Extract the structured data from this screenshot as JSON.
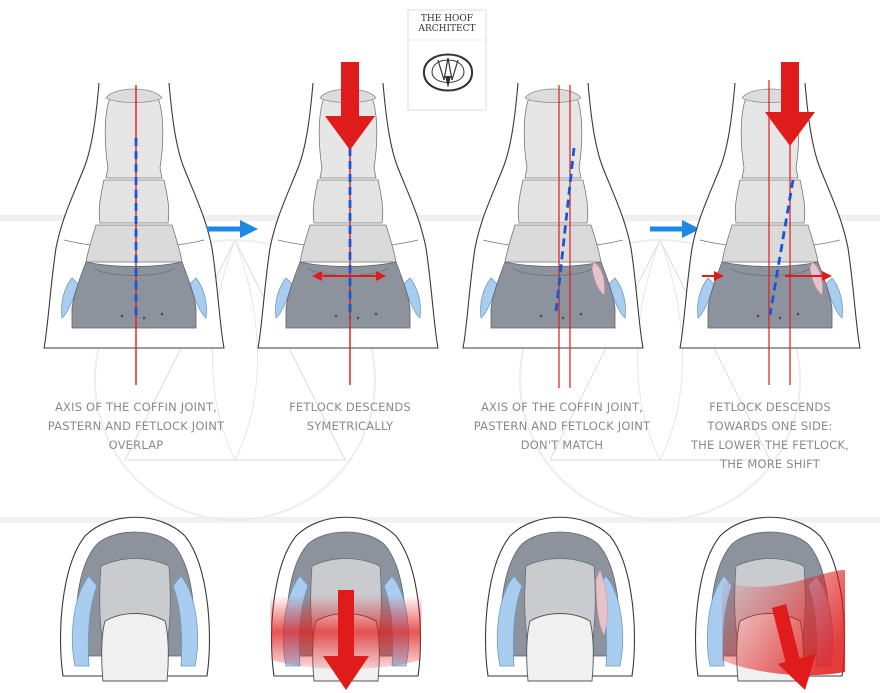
{
  "logo": {
    "line1": "THE HOOF",
    "line2": "ARCHITECT"
  },
  "panels": [
    {
      "id": "p1",
      "caption": [
        "AXIS OF THE COFFIN JOINT,",
        "PASTERN AND FETLOCK JOINT",
        "OVERLAP"
      ]
    },
    {
      "id": "p2",
      "caption": [
        "FETLOCK DESCENDS",
        "SYMETRICALLY"
      ]
    },
    {
      "id": "p3",
      "caption": [
        "AXIS OF THE COFFIN JOINT,",
        "PASTERN AND FETLOCK JOINT",
        "DON'T MATCH"
      ]
    },
    {
      "id": "p4",
      "caption": [
        "FETLOCK DESCENDS",
        "TOWARDS ONE SIDE:",
        "THE LOWER THE FETLOCK,",
        "THE MORE SHIFT"
      ]
    }
  ],
  "colors": {
    "axis_red": "#e01b1b",
    "dash_blue": "#1a55d6",
    "arrow_blue": "#1e88e5",
    "cartilage_blue": "#a9cdee",
    "coffin_grey": "#8d939c",
    "bone_light": "#e7e7e7"
  },
  "icons": [
    "horseshoe-logo-icon",
    "transition-arrow-icon",
    "load-arrow-icon"
  ]
}
